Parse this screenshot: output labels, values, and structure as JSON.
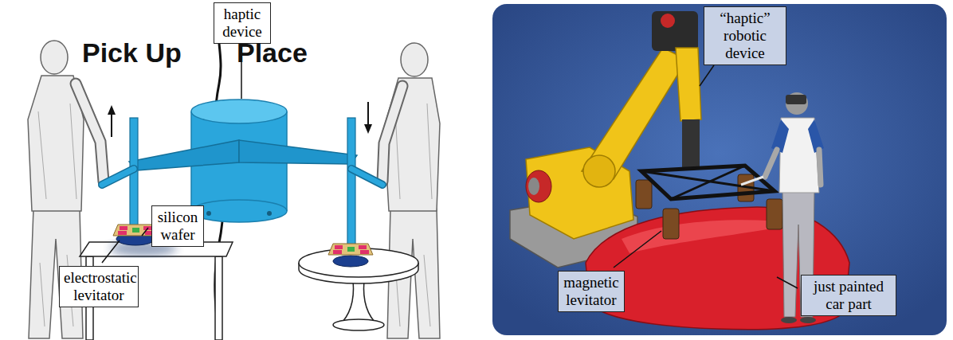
{
  "diagram": {
    "nodes": [
      {
        "text": [
          "haptic device"
        ]
      },
      {
        "text": [
          "silicon wafer"
        ]
      },
      {
        "text": [
          "electrostatic levitator"
        ]
      },
      {
        "text": [
          "“haptic” robotic device"
        ]
      },
      {
        "text": [
          "magnetic levitator"
        ]
      },
      {
        "text": [
          "just painted car part"
        ]
      }
    ],
    "edges": [],
    "labels": [
      "Pick Up",
      "Place"
    ]
  }
}
